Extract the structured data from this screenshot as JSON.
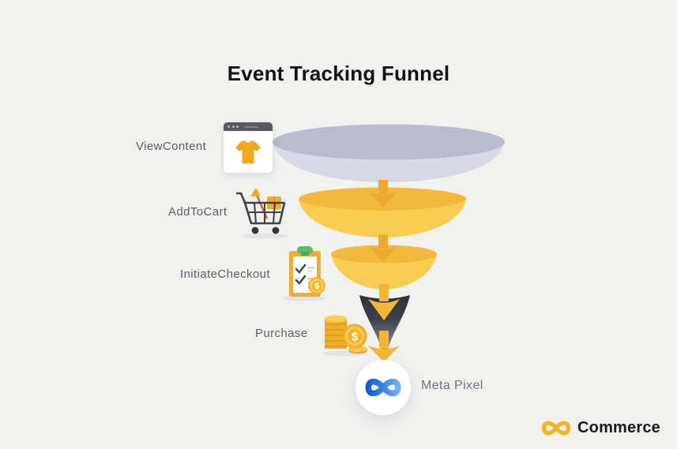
{
  "title": "Event Tracking Funnel",
  "stages": [
    {
      "label": "ViewContent",
      "icon": "browser-product-icon"
    },
    {
      "label": "AddToCart",
      "icon": "shopping-cart-icon"
    },
    {
      "label": "InitiateCheckout",
      "icon": "checkout-clipboard-icon"
    },
    {
      "label": "Purchase",
      "icon": "coins-icon"
    }
  ],
  "output": {
    "label": "Meta Pixel",
    "icon": "meta-logo-icon"
  },
  "brand": {
    "name": "Commerce",
    "icon": "infinity-logo-icon"
  },
  "colors": {
    "background": "#f1f1f0",
    "title_text": "#131313",
    "stage_label_text": "#5a5d63",
    "funnel_gray_rim": "#b7bdcc",
    "funnel_gray_body": "#d8dbe6",
    "funnel_yellow_rim": "#f1b83c",
    "funnel_yellow_body": "#f9cd52",
    "arrow_gold": "#eda92c",
    "arrow_bright": "#f4b534",
    "spout_dark": "#2f333c",
    "meta_blue": "#1b74e4",
    "brand_gold": "#f2b324"
  }
}
